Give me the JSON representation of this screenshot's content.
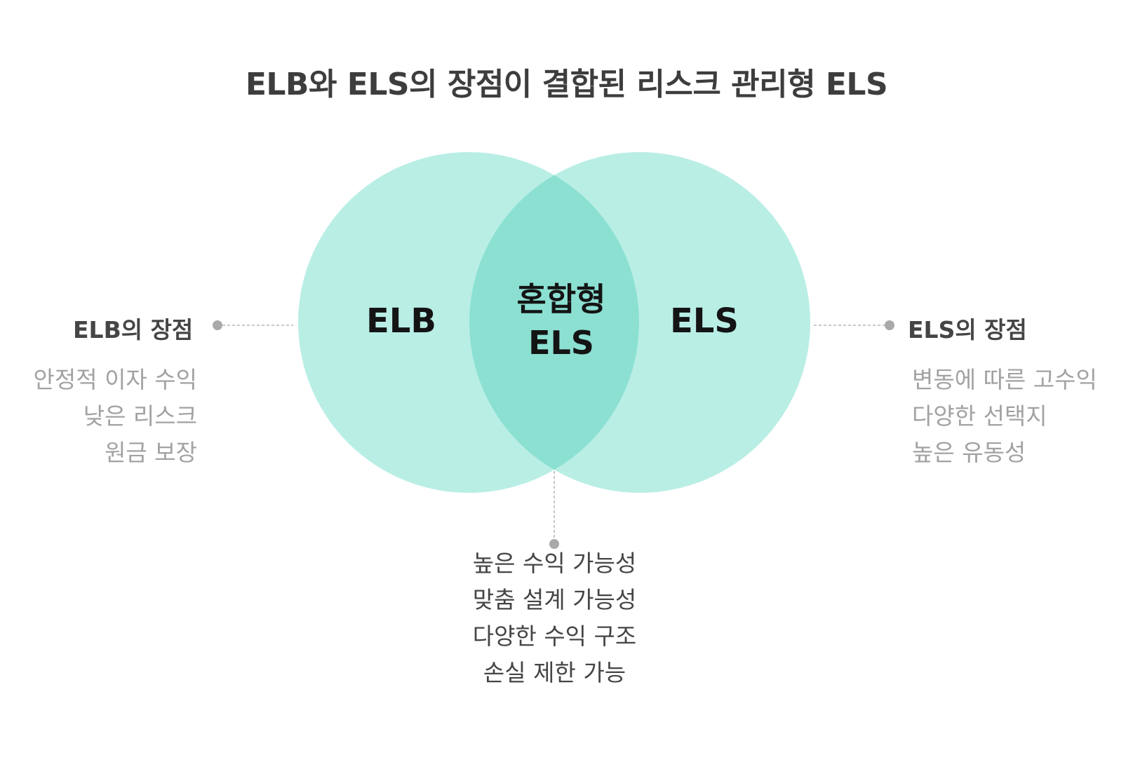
{
  "title": "ELB와 ELS의 장점이 결합된 리스크 관리형 ELS",
  "colors": {
    "circle_fill": "#b9eee5",
    "overlap_fill": "#8be0d2",
    "connector": "#a9a9a9",
    "heading_text": "#454545",
    "muted_text": "#a2a2a2"
  },
  "circles": {
    "left_label": "ELB",
    "right_label": "ELS",
    "overlap_label_line1": "혼합형",
    "overlap_label_line2": "ELS"
  },
  "left_panel": {
    "heading": "ELB의 장점",
    "items": [
      "안정적 이자 수익",
      "낮은 리스크",
      "원금 보장"
    ]
  },
  "right_panel": {
    "heading": "ELS의 장점",
    "items": [
      "변동에 따른 고수익",
      "다양한 선택지",
      "높은 유동성"
    ]
  },
  "center_panel": {
    "items": [
      "높은 수익 가능성",
      "맞춤 설계 가능성",
      "다양한 수익 구조",
      "손실 제한 가능"
    ]
  }
}
